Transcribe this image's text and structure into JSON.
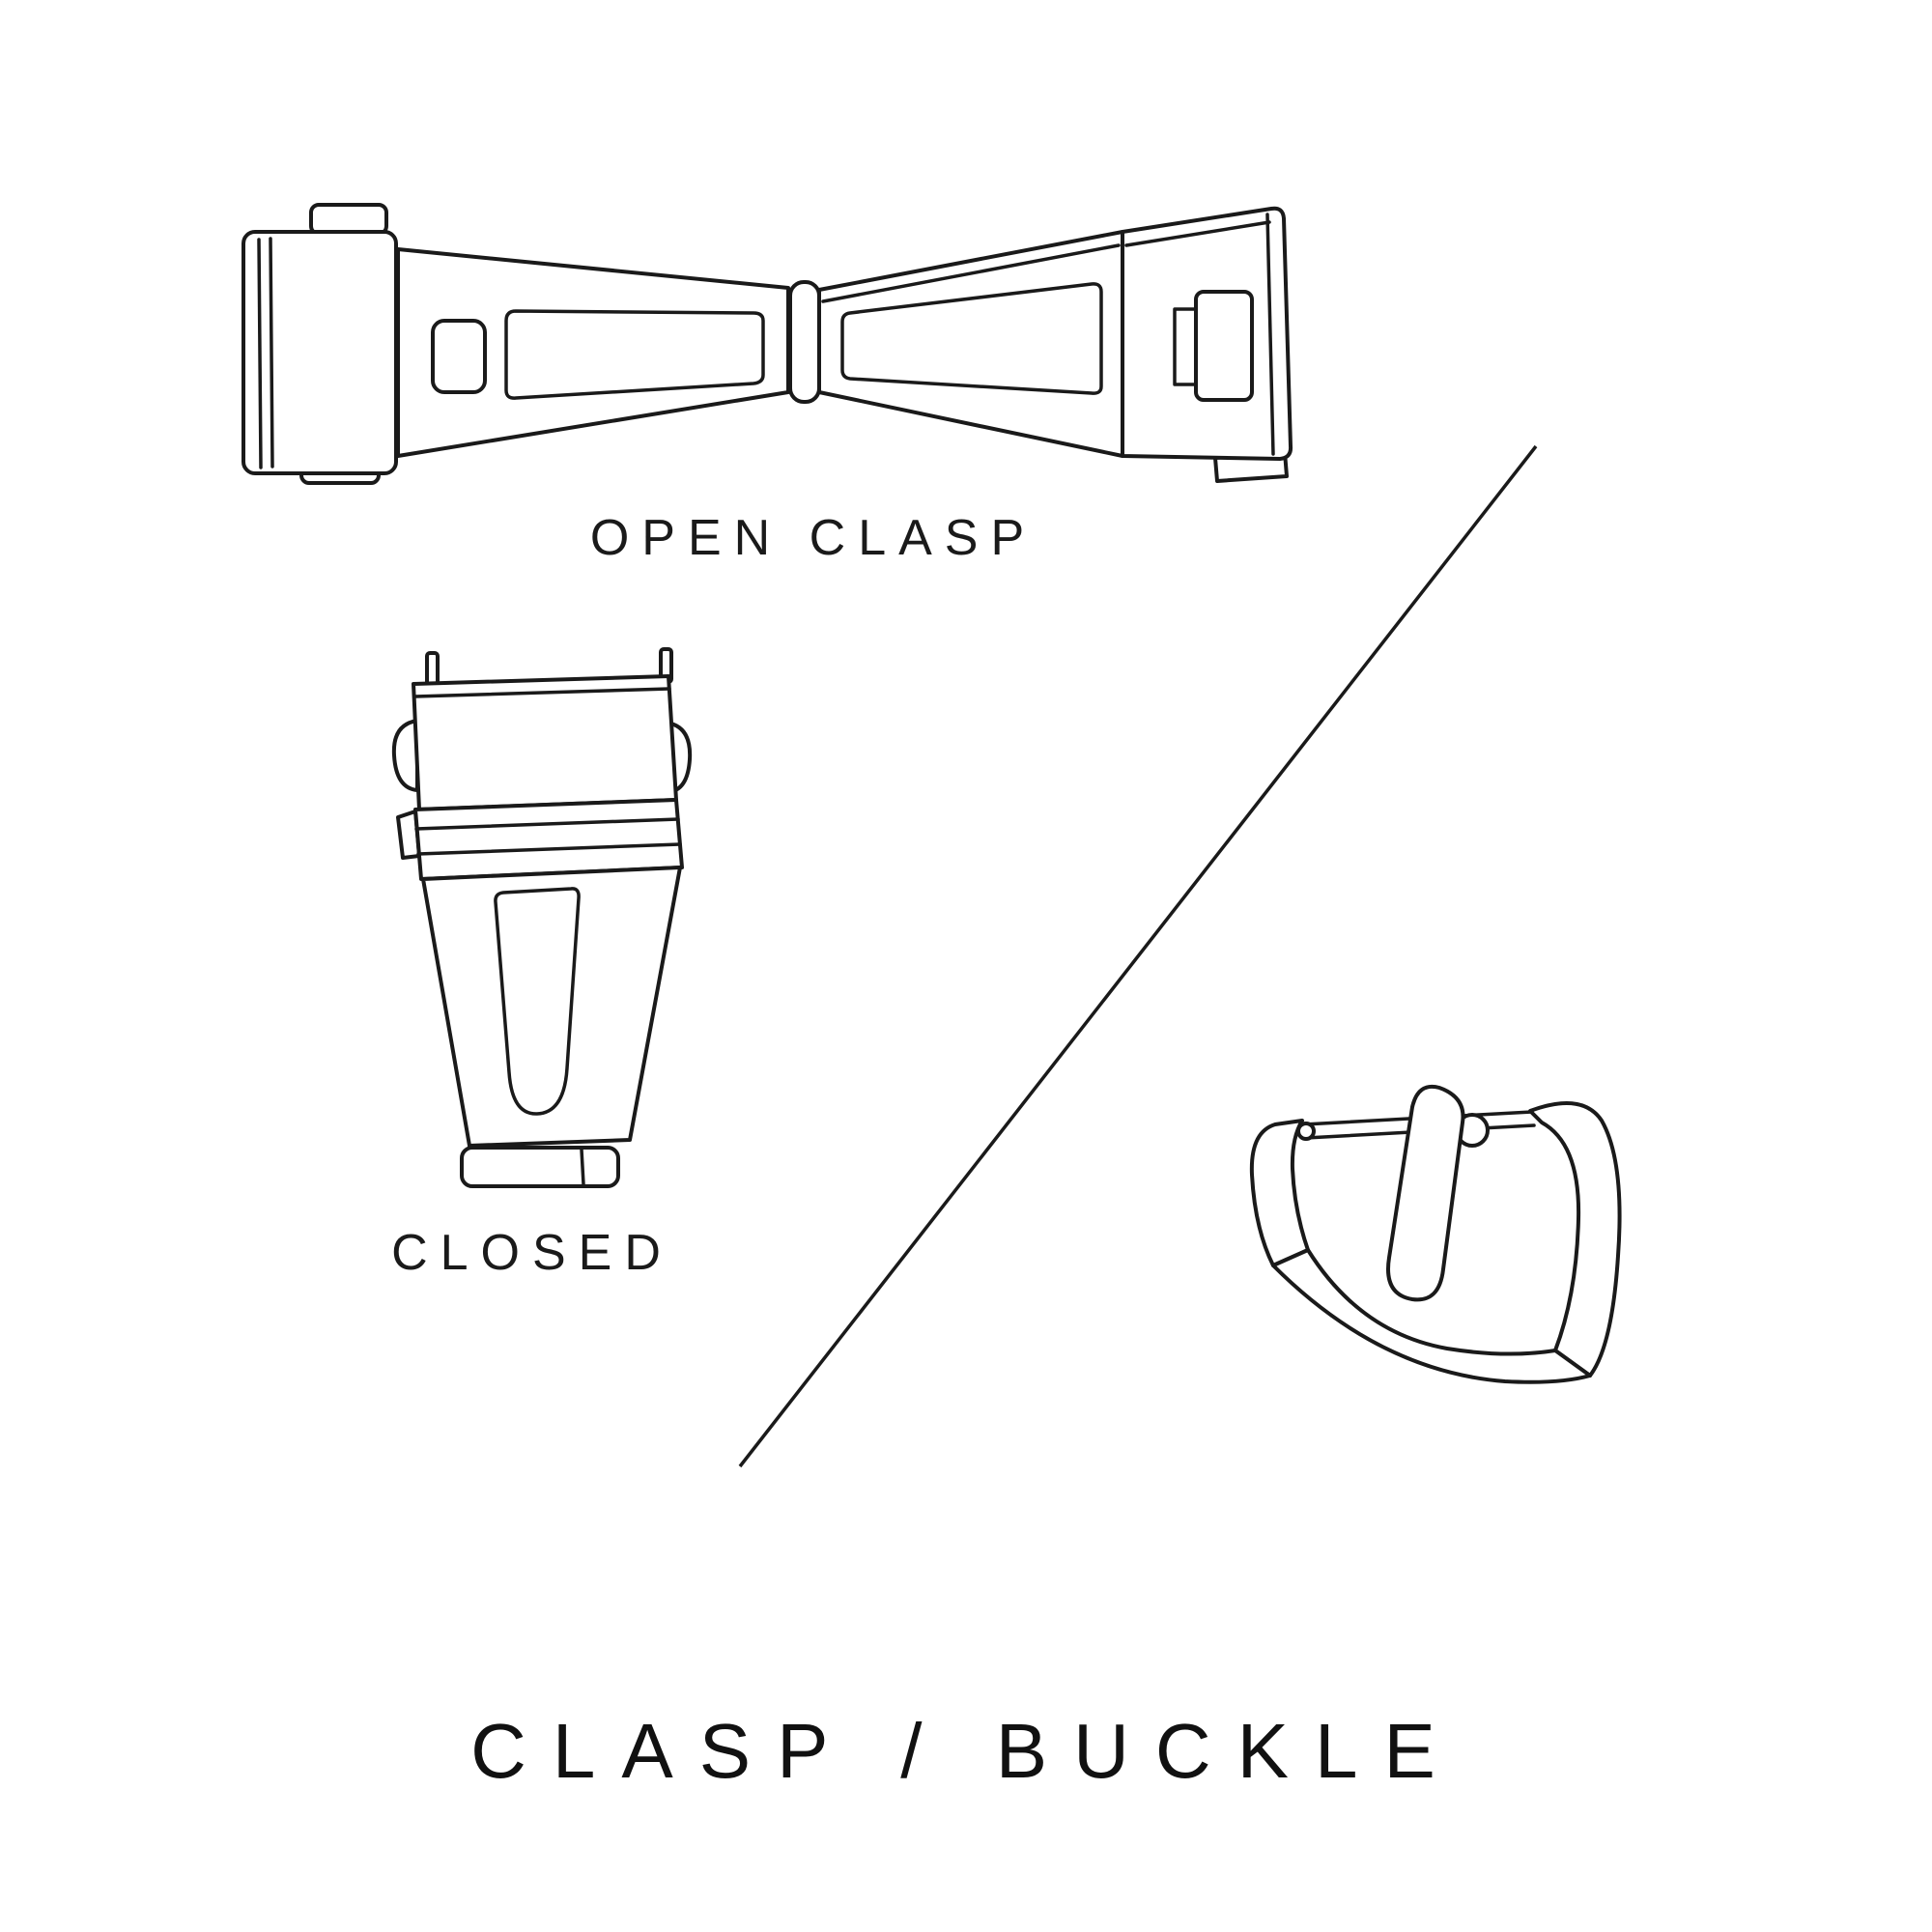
{
  "canvas": {
    "background": "#ffffff",
    "ink": "#1a1a1a"
  },
  "labels": {
    "open_clasp": "OPEN CLASP",
    "closed": "CLOSED",
    "title": "CLASP / BUCKLE"
  },
  "figures": [
    {
      "id": "open-clasp",
      "caption": "OPEN CLASP"
    },
    {
      "id": "closed-clasp",
      "caption": "CLOSED"
    },
    {
      "id": "tang-buckle",
      "caption": ""
    }
  ]
}
